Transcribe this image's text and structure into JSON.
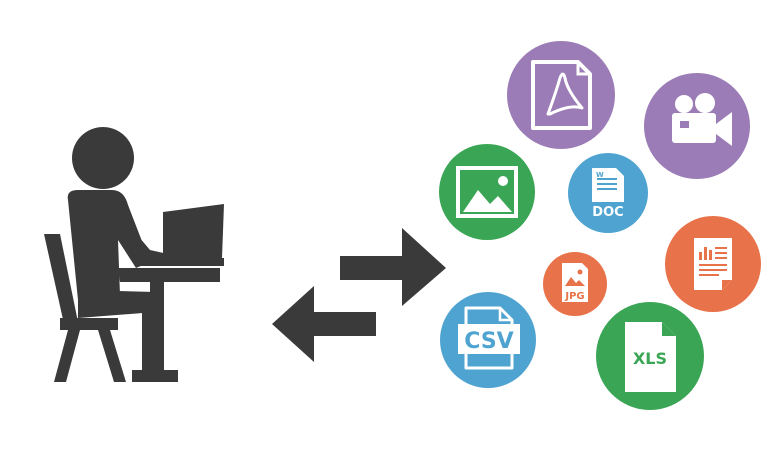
{
  "colors": {
    "person": "#3a3a3a",
    "purple": "#9b7cb6",
    "green": "#3aa655",
    "blue": "#4fa3d1",
    "orange": "#e8734a",
    "paper": "#ffffff"
  },
  "icons": {
    "pdf": "pdf-file-icon",
    "video": "video-camera-icon",
    "image": "image-file-icon",
    "doc": "doc-file-icon",
    "report": "report-file-icon",
    "jpg": "jpg-file-icon",
    "csv": "csv-file-icon",
    "xls": "xls-file-icon"
  },
  "labels": {
    "doc": "DOC",
    "jpg": "JPG",
    "csv": "CSV",
    "xls": "XLS",
    "doc_tiny": "W"
  }
}
